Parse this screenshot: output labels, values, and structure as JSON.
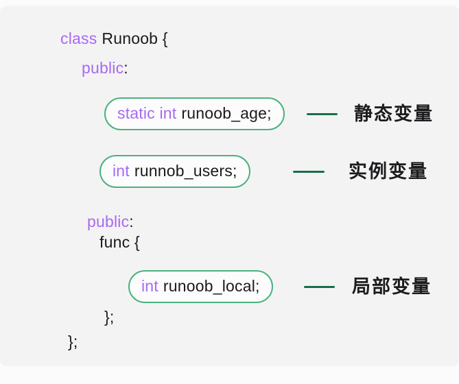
{
  "colors": {
    "page_background": "#fbfbfb",
    "panel_background": "#f4f3f4",
    "keyword_purple": "#a76af2",
    "code_black": "#1a1a1c",
    "box_border_green": "#49b27d",
    "box_fill": "#fcfcfd",
    "connector_green": "#156f49",
    "label_black": "#1c1c1e"
  },
  "diagram": {
    "class_keyword": "class",
    "class_open": "Runoob {",
    "access_specifier_1": {
      "keyword": "public",
      "colon": ":"
    },
    "static_member": {
      "keyword": "static int",
      "name": "runoob_age;",
      "label": "静态变量"
    },
    "instance_member": {
      "keyword": "int",
      "name": "runnob_users;",
      "label": "实例变量"
    },
    "access_specifier_2": {
      "keyword": "public",
      "colon": ":"
    },
    "function_open": "func {",
    "local_member": {
      "keyword": "int",
      "name": "runoob_local;",
      "label": "局部变量"
    },
    "function_close": "};",
    "class_close": "};"
  }
}
